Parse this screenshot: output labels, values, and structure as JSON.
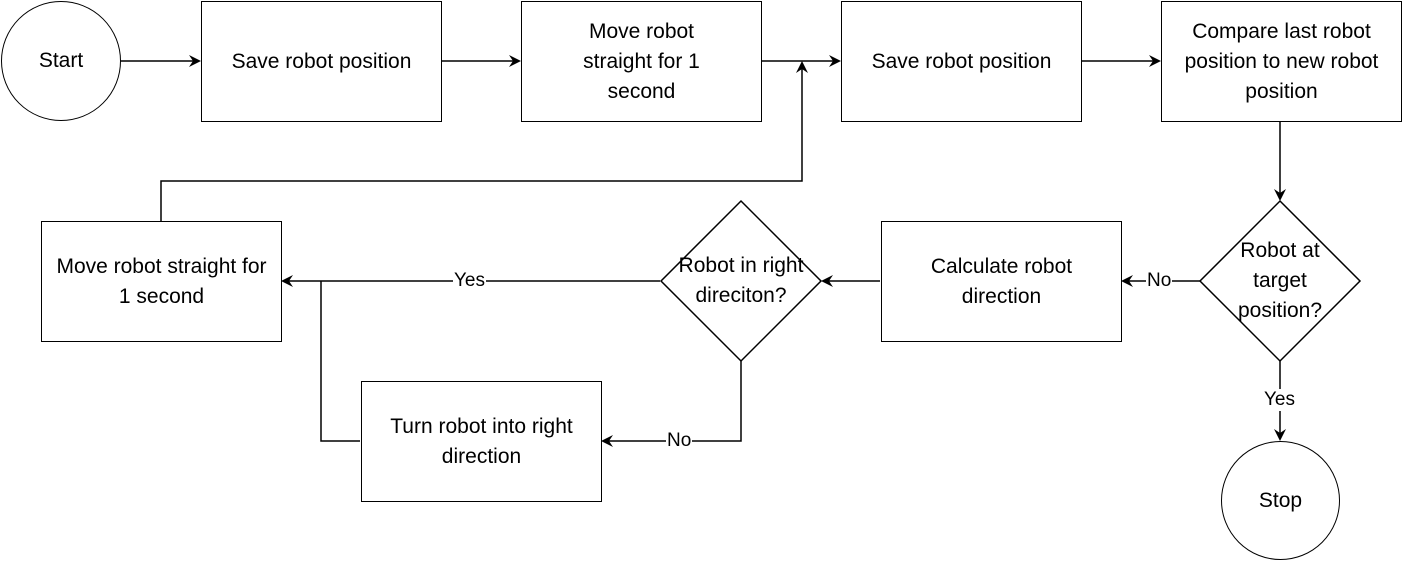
{
  "nodes": {
    "start": "Start",
    "save1": "Save robot position",
    "move1": "Move robot straight for 1 second",
    "save2": "Save robot position",
    "compare": "Compare last robot position to new robot position",
    "target": "Robot at target position?",
    "calc": "Calculate robot direction",
    "right_dir": "Robot in right direciton?",
    "move2": "Move robot straight for 1 second",
    "turn": "Turn robot into right direction",
    "stop": "Stop"
  },
  "edges": {
    "target_no": "No",
    "target_yes": "Yes",
    "right_yes": "Yes",
    "right_no": "No"
  }
}
